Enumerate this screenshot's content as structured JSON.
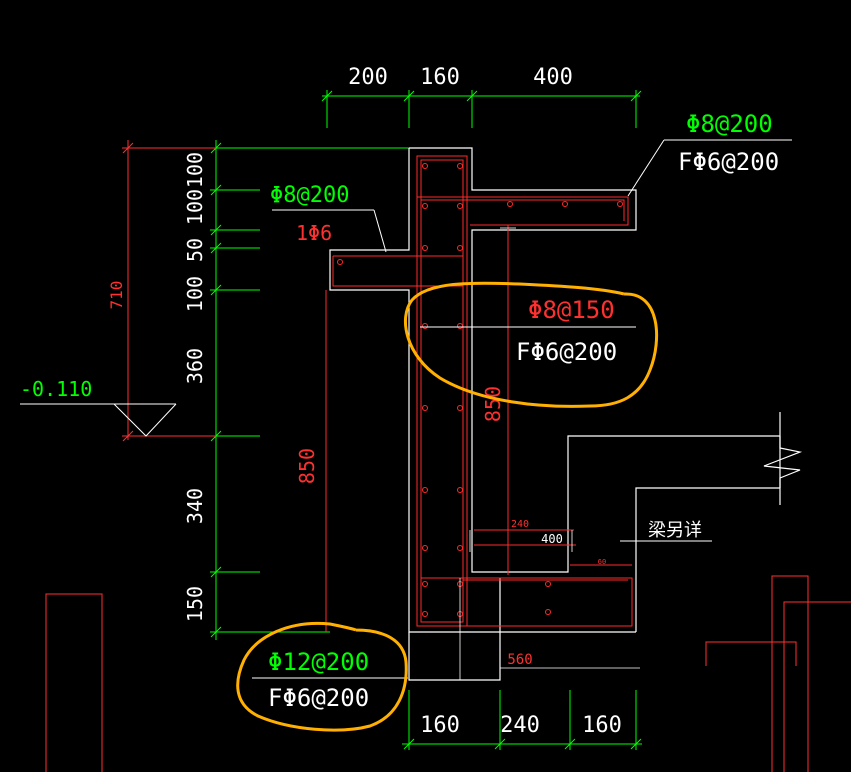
{
  "colors": {
    "background": "#000000",
    "dimension": "#00ff00",
    "dimension_text": "#ffffff",
    "outline": "#ffffff",
    "rebar": "#ff2a2a",
    "highlight": "#ffb000",
    "annotation_green": "#00ff00",
    "annotation_red": "#ff3030"
  },
  "dimensions": {
    "top": [
      "200",
      "160",
      "400"
    ],
    "bottom": [
      "160",
      "240",
      "160"
    ],
    "left": [
      "100",
      "100",
      "50",
      "100",
      "360",
      "340",
      "150"
    ],
    "overall_left": "710",
    "elevation": "-0.110",
    "interior_850_left": "850",
    "interior_850_right": "850",
    "small_240": "240",
    "small_400": "400",
    "small_60": "60",
    "footing_560": "560"
  },
  "annotations": {
    "top_right_green": "Φ8@200",
    "top_right_white": "FΦ6@200",
    "left_green": "Φ8@200",
    "left_red": "1Φ6",
    "middle_red": "Φ8@150",
    "middle_white": "FΦ6@200",
    "bottom_green": "Φ12@200",
    "bottom_white": "FΦ6@200",
    "beam_note": "梁另详"
  }
}
